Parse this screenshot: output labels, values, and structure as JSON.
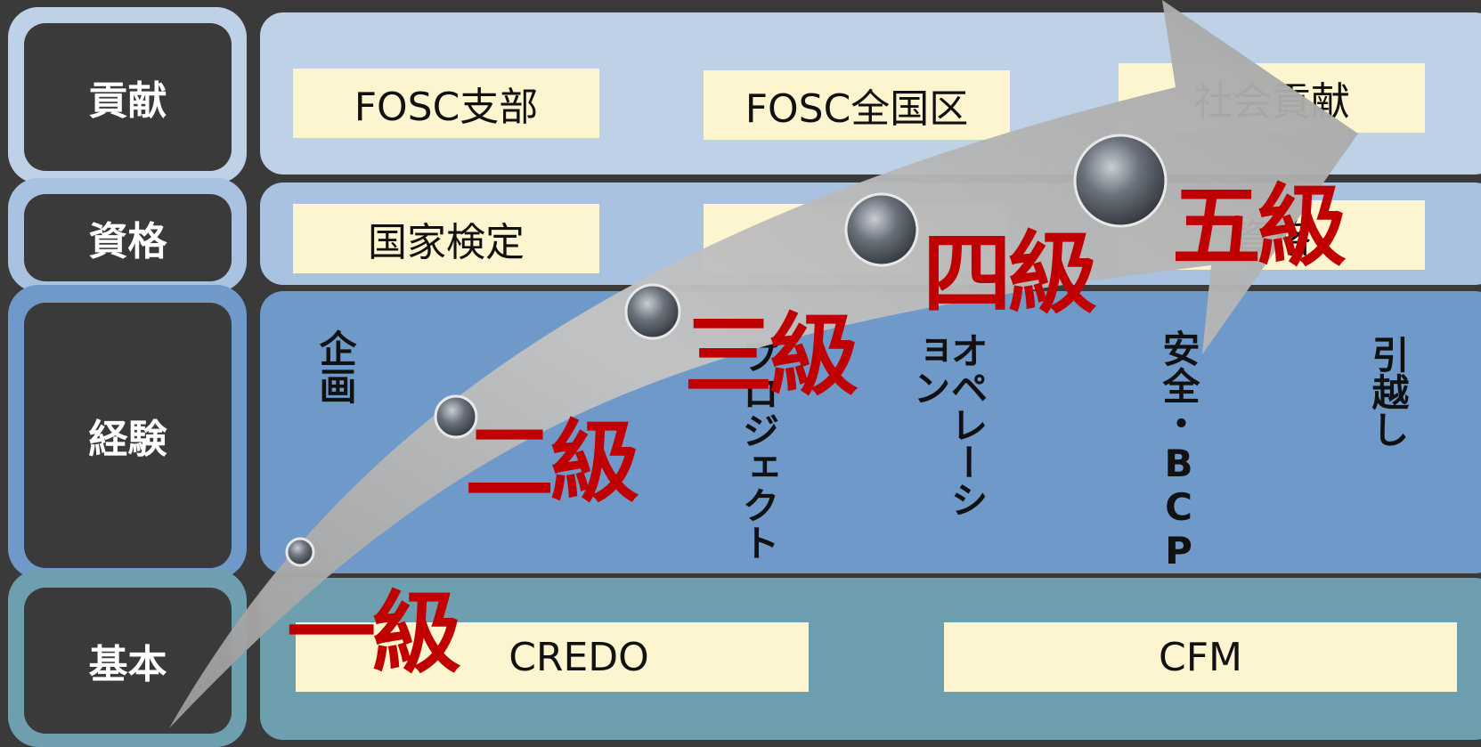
{
  "categories": {
    "contribution": "貢献",
    "qualification": "資格",
    "experience": "経験",
    "basic": "基本"
  },
  "contribution_boxes": [
    "FOSC支部",
    "FOSC全国区",
    "社会貢献"
  ],
  "qualification_boxes": [
    "国家検定",
    "",
    "資格"
  ],
  "experience_items": [
    "企画",
    "プロジェクト",
    "オペレーション",
    "安全・BCP",
    "引越し"
  ],
  "basic_boxes": [
    "CREDO",
    "CFM"
  ],
  "levels": [
    "一級",
    "二級",
    "三級",
    "四級",
    "五級"
  ],
  "colors": {
    "background": "#3a3a3a",
    "band_contribution": "#bed1e6",
    "band_qualification": "#a9c2e1",
    "band_experience": "#6f99c8",
    "band_basic": "#6e9fae",
    "label_box": "#fdf5cf",
    "level_text": "#c00000",
    "arrow": "#b3b3b3"
  }
}
